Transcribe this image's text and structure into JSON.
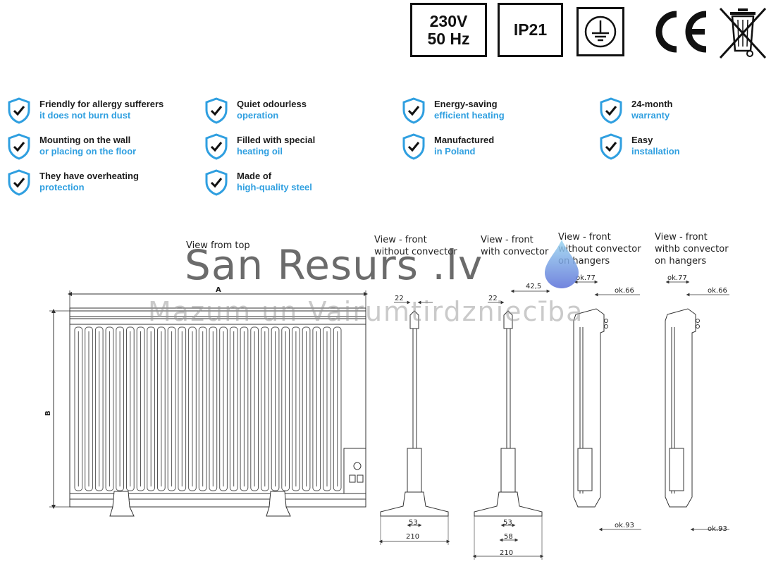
{
  "badges": {
    "voltage_line1": "230V",
    "voltage_line2": "50 Hz",
    "ip": "IP21",
    "ground": "ground-symbol-icon",
    "ce": "ce-mark-icon",
    "weee": "crossed-bin-icon"
  },
  "features": [
    {
      "line1": "Friendly for allergy sufferers",
      "line2": "it does not burn dust"
    },
    {
      "line1": "Quiet odourless",
      "line2": "operation"
    },
    {
      "line1": "Energy-saving",
      "line2": "efficient heating"
    },
    {
      "line1": "24-month",
      "line2": "warranty"
    },
    {
      "line1": "Mounting on the wall",
      "line2": "or placing on the floor"
    },
    {
      "line1": "Filled with special",
      "line2": "heating oil"
    },
    {
      "line1": "Manufactured",
      "line2": "in Poland"
    },
    {
      "line1": "Easy",
      "line2": "installation"
    },
    {
      "line1": "They have overheating",
      "line2": "protection"
    },
    {
      "line1": "Made of",
      "line2": "high-quality steel"
    }
  ],
  "colors": {
    "accent": "#2f9fe0",
    "text": "#1c1c1c"
  },
  "views": {
    "top": "View from top",
    "front_no_conv_1": "View - front",
    "front_no_conv_2": "without convector",
    "front_conv_1": "View - front",
    "front_conv_2": "with convector",
    "hang_no_conv_1": "View - front",
    "hang_no_conv_2": "without convector",
    "hang_no_conv_3": "on hangers",
    "hang_conv_1": "View - front",
    "hang_conv_2": "withb convector",
    "hang_conv_3": "on hangers"
  },
  "dimensions": {
    "a": "A",
    "b": "B",
    "d22a": "22",
    "d22b": "22",
    "d42": "42,5",
    "d53a": "53",
    "d210a": "210",
    "d53b": "53",
    "d58": "58",
    "d210b": "210",
    "ok77a": "ok.77",
    "ok66a": "ok.66",
    "ok93a": "ok.93",
    "ok77b": "ok.77",
    "ok66b": "ok.66",
    "ok93b": "ok.93"
  },
  "watermark": {
    "title": "San Resurs .lv",
    "subtitle": "Mazum un Vairumtirdzniecība"
  }
}
